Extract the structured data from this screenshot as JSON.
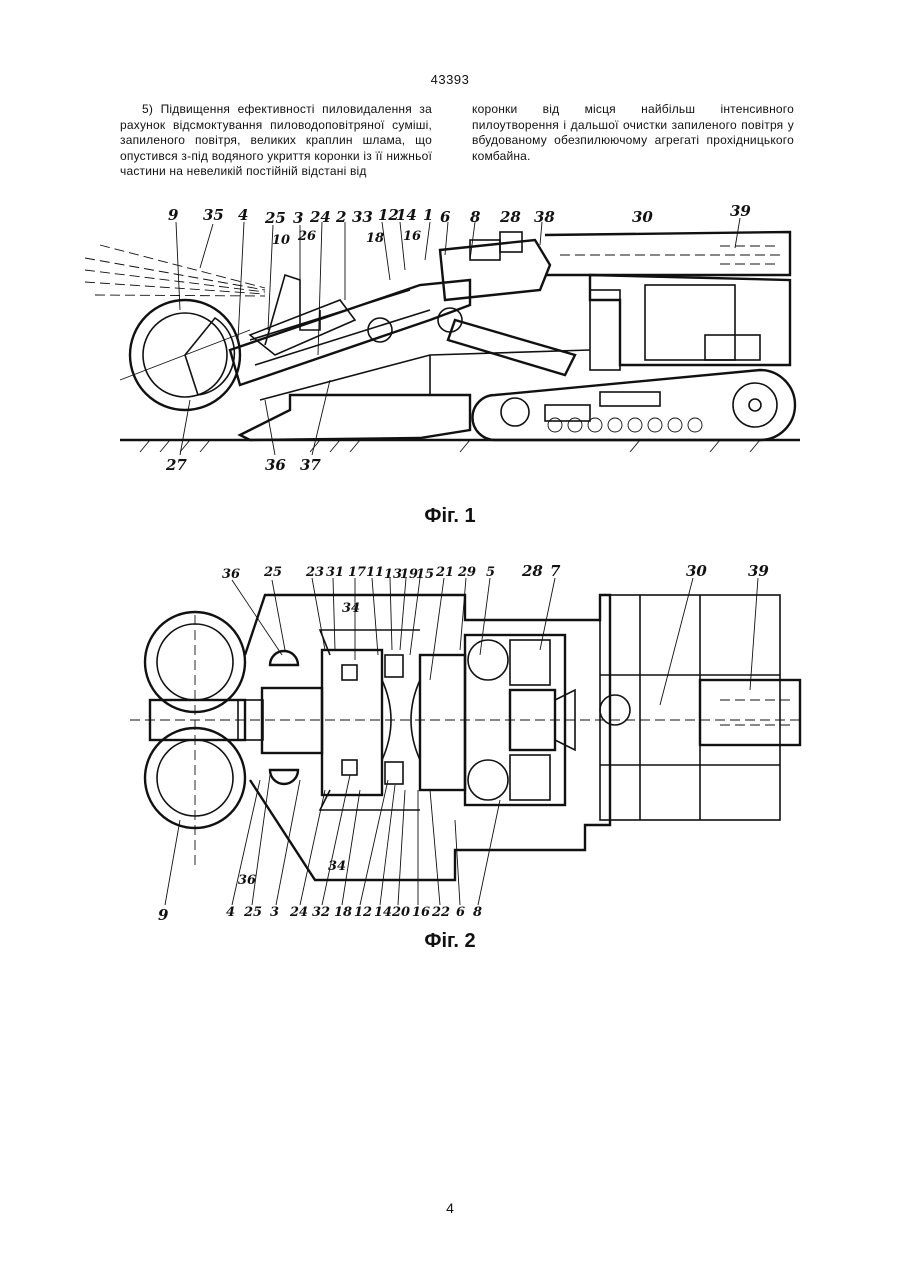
{
  "page": {
    "number_top": "43393",
    "number_bottom": "4"
  },
  "text": {
    "left_column": "5) Підвищення ефективності пиловидалення за рахунок відсмоктування пиловодоповітряної суміші, запиленого повітря, великих краплин шлама, що опустився з-під водяного укриття коронки із її нижньої частини на невеликій постійній відстані від",
    "right_column": "коронки від місця найбільш інтенсивного пилоутворення і дальшої очистки запиленого повітря у вбудованому обезпилюючому агрегаті прохідницького комбайна."
  },
  "figures": {
    "fig1": {
      "caption": "Фіг. 1",
      "labels": [
        "9",
        "35",
        "4",
        "25",
        "10",
        "3",
        "26",
        "24",
        "2",
        "33",
        "18",
        "12",
        "14",
        "16",
        "1",
        "6",
        "8",
        "28",
        "38",
        "30",
        "39",
        "27",
        "36",
        "37"
      ]
    },
    "fig2": {
      "caption": "Фіг. 2",
      "labels_top": [
        "36",
        "25",
        "23",
        "31",
        "17",
        "11",
        "13",
        "19",
        "15",
        "21",
        "29",
        "5",
        "28",
        "7",
        "30",
        "39"
      ],
      "labels_bottom": [
        "9",
        "4",
        "25",
        "3",
        "24",
        "32",
        "18",
        "12",
        "14",
        "20",
        "16",
        "22",
        "6",
        "8"
      ],
      "labels_inner": [
        "34",
        "34",
        "36"
      ]
    }
  }
}
